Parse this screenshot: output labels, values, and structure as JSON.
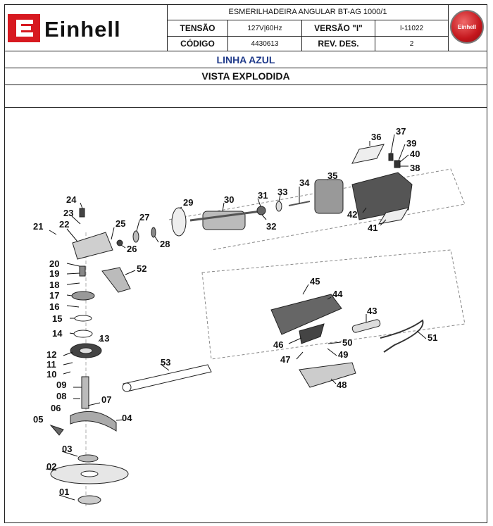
{
  "header": {
    "brand": "Einhell",
    "title": "ESMERILHADEIRA ANGULAR BT-AG 1000/1",
    "tensao_label": "TENSÃO",
    "tensao_value": "127V|60Hz",
    "versao_label": "VERSÃO \"I\"",
    "versao_value": "I-11022",
    "codigo_label": "CÓDIGO",
    "codigo_value": "4430613",
    "revdes_label": "REV. DES.",
    "revdes_value": "2",
    "badge_text": "Einhell"
  },
  "banner_line": "LINHA AZUL",
  "banner_view": "VISTA EXPLODIDA",
  "parts": [
    "01",
    "02",
    "03",
    "04",
    "05",
    "06",
    "07",
    "08",
    "09",
    "10",
    "11",
    "12",
    "13",
    "14",
    "15",
    "16",
    "17",
    "18",
    "19",
    "20",
    "21",
    "22",
    "23",
    "24",
    "25",
    "26",
    "27",
    "28",
    "29",
    "30",
    "31",
    "32",
    "33",
    "34",
    "35",
    "36",
    "37",
    "38",
    "39",
    "40",
    "41",
    "42",
    "43",
    "44",
    "45",
    "46",
    "47",
    "48",
    "49",
    "50",
    "51",
    "52",
    "53"
  ]
}
